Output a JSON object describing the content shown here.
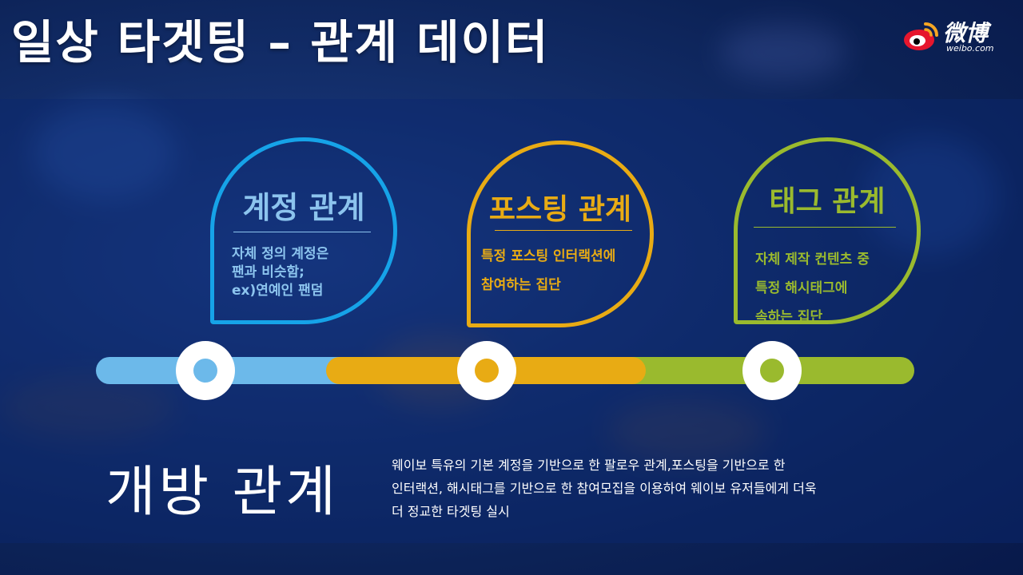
{
  "title": "일상 타겟팅 – 관계 데이터",
  "logo": {
    "name": "微博",
    "url": "weibo.com"
  },
  "categories": [
    {
      "heading": "계정 관계",
      "desc_lines": [
        "자체 정의 계정은",
        "팬과 비슷함;",
        "ex)연예인 팬덤"
      ],
      "color": "#16a3e8"
    },
    {
      "heading": "포스팅 관계",
      "desc_lines": [
        "특정 포스팅 인터랙션에",
        "참여하는 집단"
      ],
      "color": "#e8ab14"
    },
    {
      "heading": "태그 관계",
      "desc_lines": [
        "자체 제작 컨텐츠 중",
        "특정 해시태그에",
        "속하는 집단"
      ],
      "color": "#9aba2e"
    }
  ],
  "open_relation": {
    "title": "개방 관계",
    "desc_lines": [
      "웨이보 특유의 기본 계정을 기반으로 한 팔로우 관계,포스팅을 기반으로 한",
      "인터랙션, 해시태그를 기반으로 한 참여모집을 이용하여 웨이보 유저들에게 더욱",
      "더 정교한 타겟팅 실시"
    ]
  }
}
